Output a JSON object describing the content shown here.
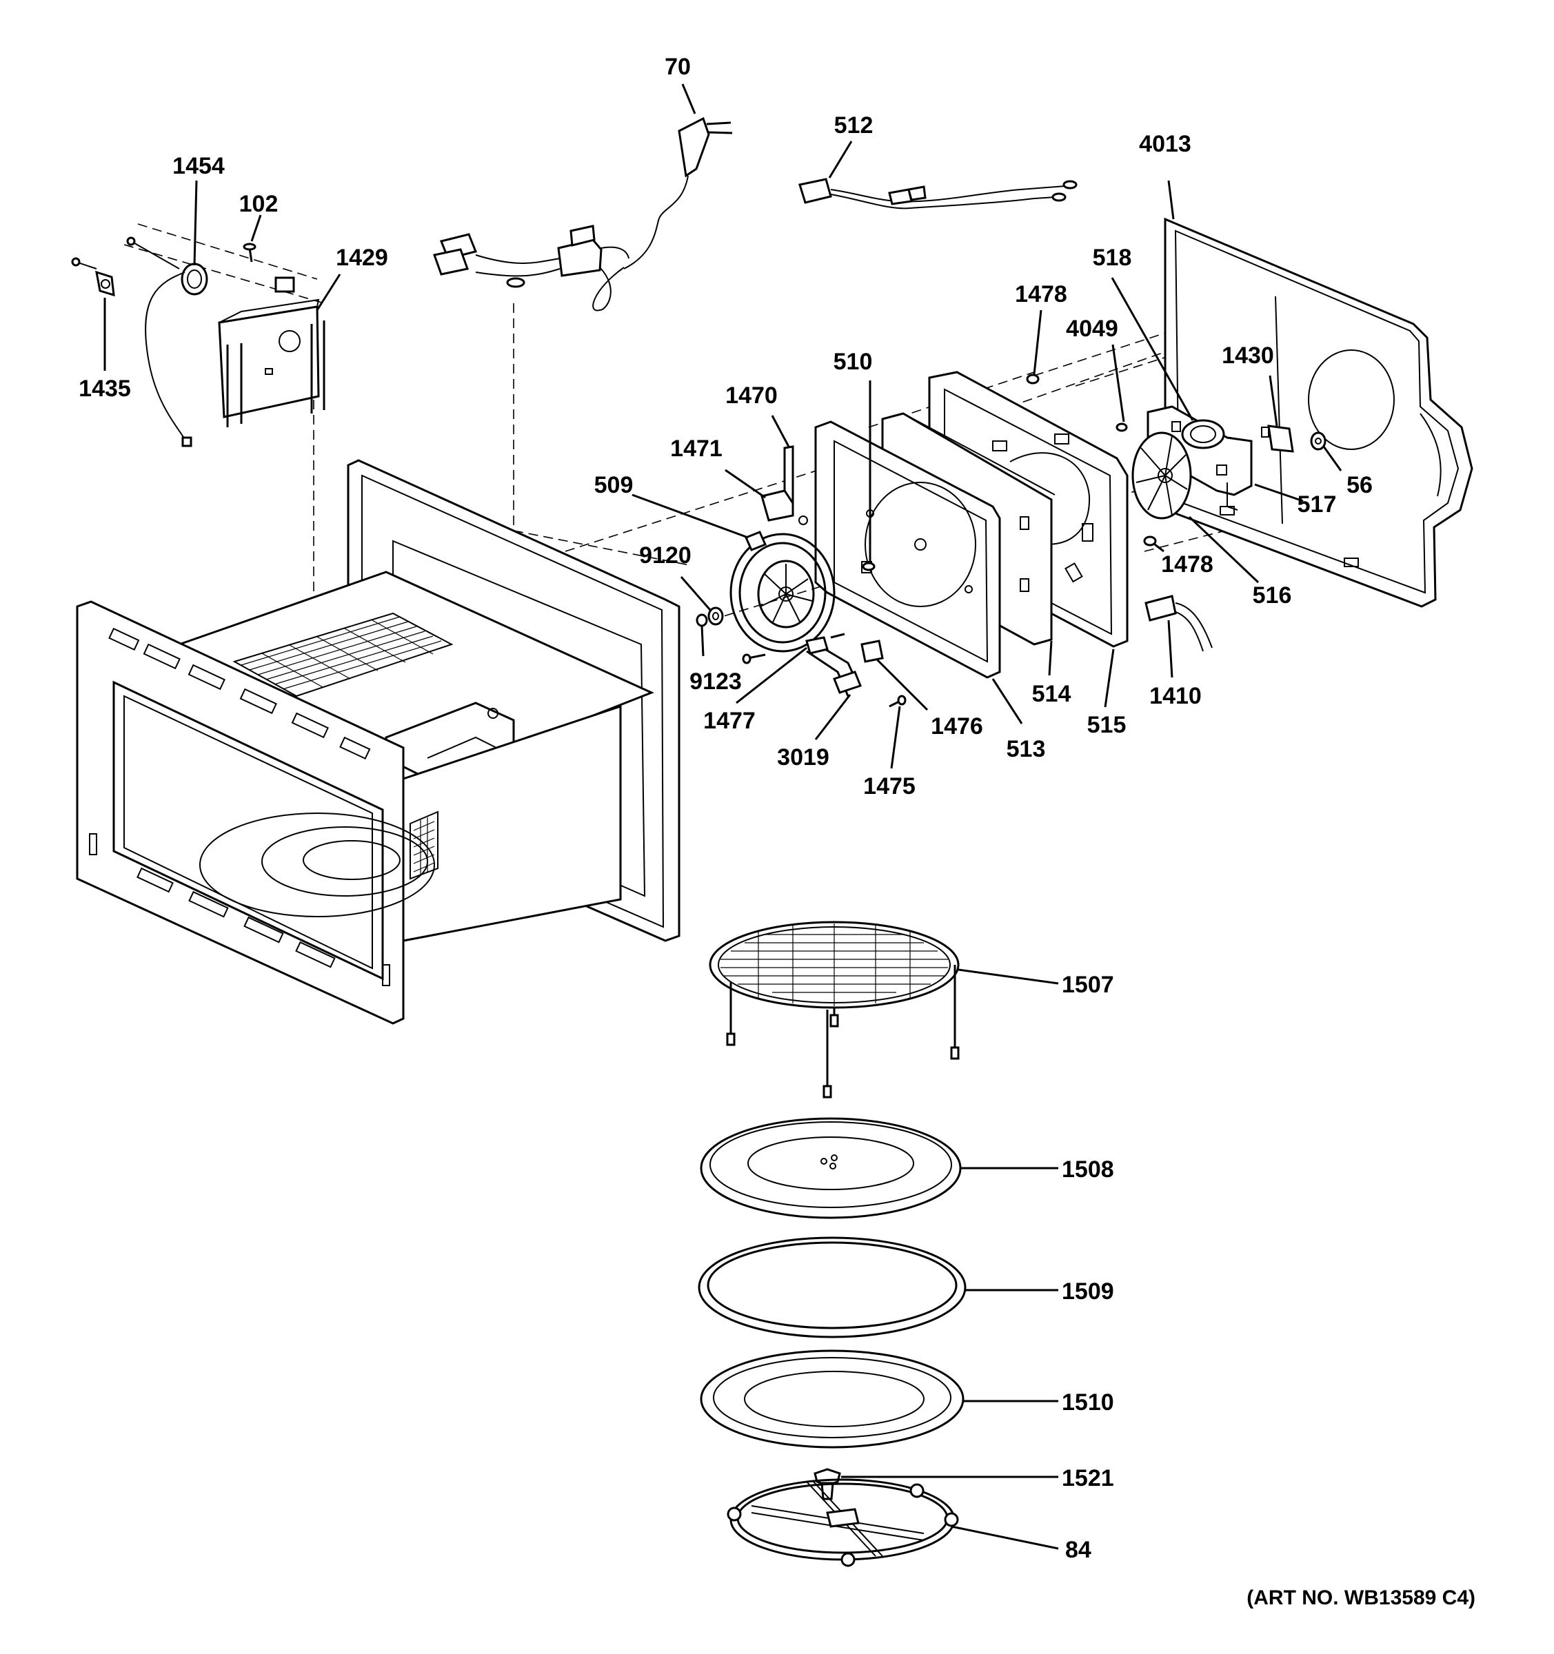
{
  "art_number": "(ART NO. WB13589 C4)",
  "callouts": [
    {
      "id": "c70",
      "label": "70"
    },
    {
      "id": "c512",
      "label": "512"
    },
    {
      "id": "c4013",
      "label": "4013"
    },
    {
      "id": "c1454",
      "label": "1454"
    },
    {
      "id": "c102",
      "label": "102"
    },
    {
      "id": "c1429",
      "label": "1429"
    },
    {
      "id": "c1435",
      "label": "1435"
    },
    {
      "id": "c1478a",
      "label": "1478"
    },
    {
      "id": "c518",
      "label": "518"
    },
    {
      "id": "c4049",
      "label": "4049"
    },
    {
      "id": "c1430",
      "label": "1430"
    },
    {
      "id": "c510",
      "label": "510"
    },
    {
      "id": "c1470",
      "label": "1470"
    },
    {
      "id": "c1471",
      "label": "1471"
    },
    {
      "id": "c509",
      "label": "509"
    },
    {
      "id": "c56",
      "label": "56"
    },
    {
      "id": "c517",
      "label": "517"
    },
    {
      "id": "c1478b",
      "label": "1478"
    },
    {
      "id": "c516",
      "label": "516"
    },
    {
      "id": "c9120",
      "label": "9120"
    },
    {
      "id": "c9123",
      "label": "9123"
    },
    {
      "id": "c1477",
      "label": "1477"
    },
    {
      "id": "c1476",
      "label": "1476"
    },
    {
      "id": "c3019",
      "label": "3019"
    },
    {
      "id": "c1475",
      "label": "1475"
    },
    {
      "id": "c513",
      "label": "513"
    },
    {
      "id": "c514",
      "label": "514"
    },
    {
      "id": "c515",
      "label": "515"
    },
    {
      "id": "c1410",
      "label": "1410"
    },
    {
      "id": "c1507",
      "label": "1507"
    },
    {
      "id": "c1508",
      "label": "1508"
    },
    {
      "id": "c1509",
      "label": "1509"
    },
    {
      "id": "c1510",
      "label": "1510"
    },
    {
      "id": "c1521",
      "label": "1521"
    },
    {
      "id": "c84",
      "label": "84"
    }
  ]
}
